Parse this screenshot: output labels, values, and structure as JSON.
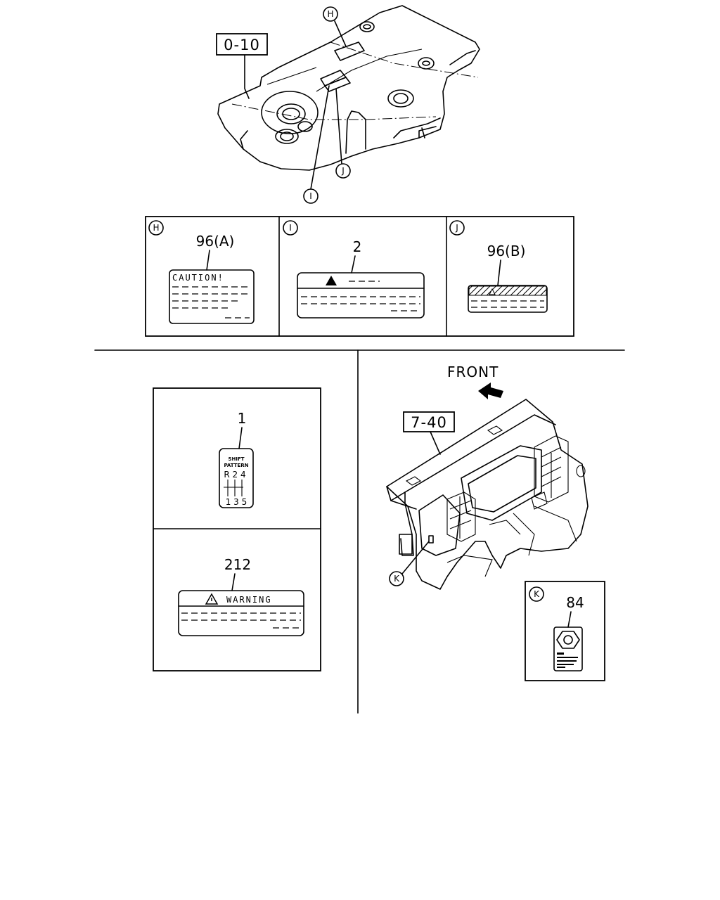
{
  "top": {
    "ref": "0-10",
    "callouts": {
      "h": "H",
      "i": "I",
      "j": "J"
    }
  },
  "panels": {
    "h": {
      "letter": "H",
      "part": "96(A)",
      "label_text": "CAUTION!"
    },
    "i": {
      "letter": "I",
      "part": "2"
    },
    "j": {
      "letter": "J",
      "part": "96(B)"
    }
  },
  "left": {
    "shift": {
      "part": "1",
      "line1": "SHIFT",
      "line2": "PATTERN",
      "top_row": "R 2 4",
      "bottom_row": "1 3 5"
    },
    "warning": {
      "part": "212",
      "label_text": "WARNING"
    }
  },
  "right": {
    "front": "FRONT",
    "ref": "7-40",
    "callout": "K",
    "panel_k": {
      "letter": "K",
      "part": "84"
    }
  }
}
